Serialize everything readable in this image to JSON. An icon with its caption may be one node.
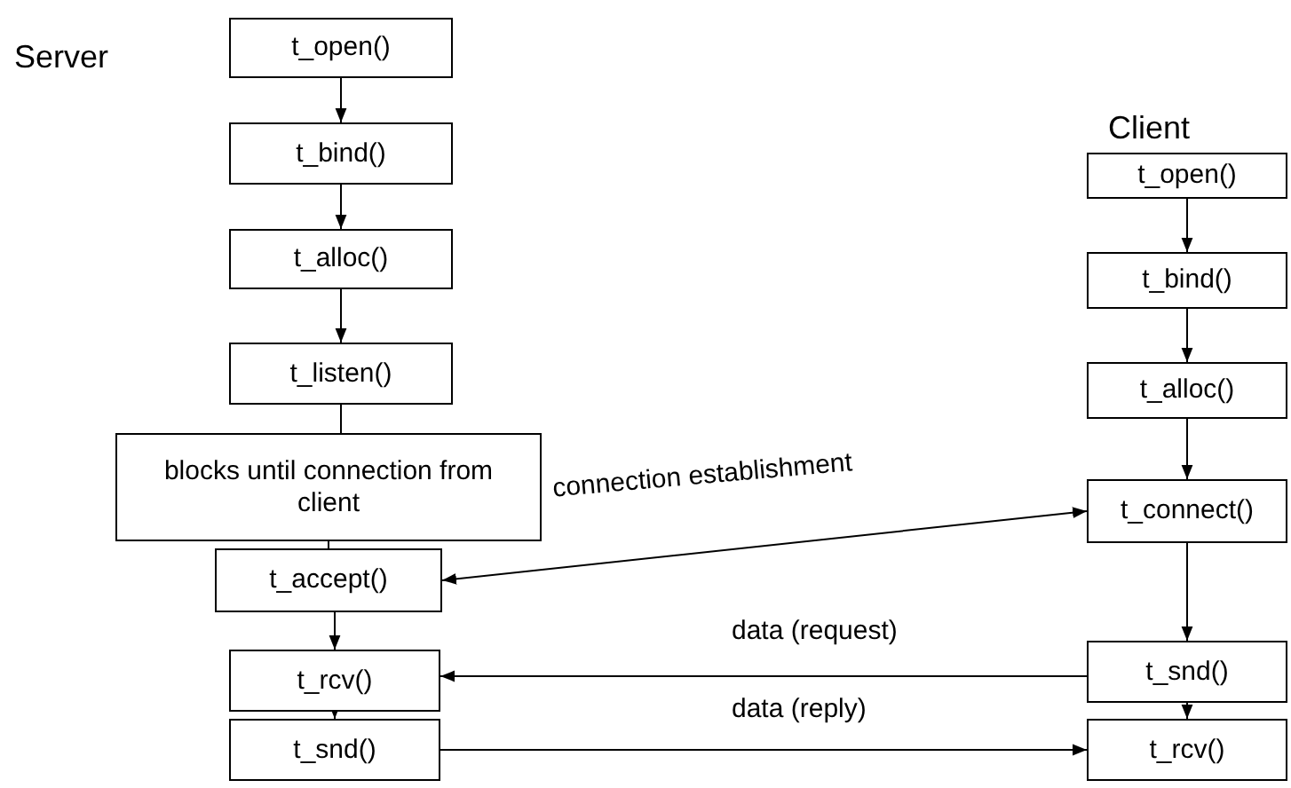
{
  "diagram": {
    "nodes": [
      {
        "text": [
          "t_open()"
        ]
      },
      {
        "text": [
          "t_bind()"
        ]
      },
      {
        "text": [
          "t_alloc()"
        ]
      },
      {
        "text": [
          "t_listen()"
        ]
      },
      {
        "text": [
          "blocks until connection from client"
        ]
      },
      {
        "text": [
          "t_accept()"
        ]
      },
      {
        "text": [
          "t_rcv()"
        ]
      },
      {
        "text": [
          "t_snd()"
        ]
      },
      {
        "text": [
          "t_open()"
        ]
      },
      {
        "text": [
          "t_bind()"
        ]
      },
      {
        "text": [
          "t_alloc()"
        ]
      },
      {
        "text": [
          "t_connect()"
        ]
      },
      {
        "text": [
          "t_snd()"
        ]
      },
      {
        "text": [
          "t_rcv()"
        ]
      }
    ],
    "edges": [
      {
        "from": 0,
        "to": 1,
        "arrow": "to"
      },
      {
        "from": 1,
        "to": 2,
        "arrow": "to"
      },
      {
        "from": 2,
        "to": 3,
        "arrow": "to"
      },
      {
        "from": 3,
        "to": 4,
        "arrow": "none"
      },
      {
        "from": 4,
        "to": 5,
        "arrow": "none"
      },
      {
        "from": 5,
        "to": 6,
        "arrow": "to"
      },
      {
        "from": 6,
        "to": 7,
        "arrow": "to"
      },
      {
        "from": 8,
        "to": 9,
        "arrow": "to"
      },
      {
        "from": 9,
        "to": 10,
        "arrow": "to"
      },
      {
        "from": 10,
        "to": 11,
        "arrow": "to"
      },
      {
        "from": 11,
        "to": 12,
        "arrow": "to"
      },
      {
        "from": 12,
        "to": 13,
        "arrow": "to"
      },
      {
        "from": 5,
        "to": 11,
        "arrow": "both",
        "label": "connection establishment"
      },
      {
        "from": 12,
        "to": 6,
        "arrow": "to",
        "label": "data (request)"
      },
      {
        "from": 7,
        "to": 13,
        "arrow": "to",
        "label": "data (reply)"
      }
    ],
    "labels": [
      "Server",
      "Client"
    ]
  }
}
